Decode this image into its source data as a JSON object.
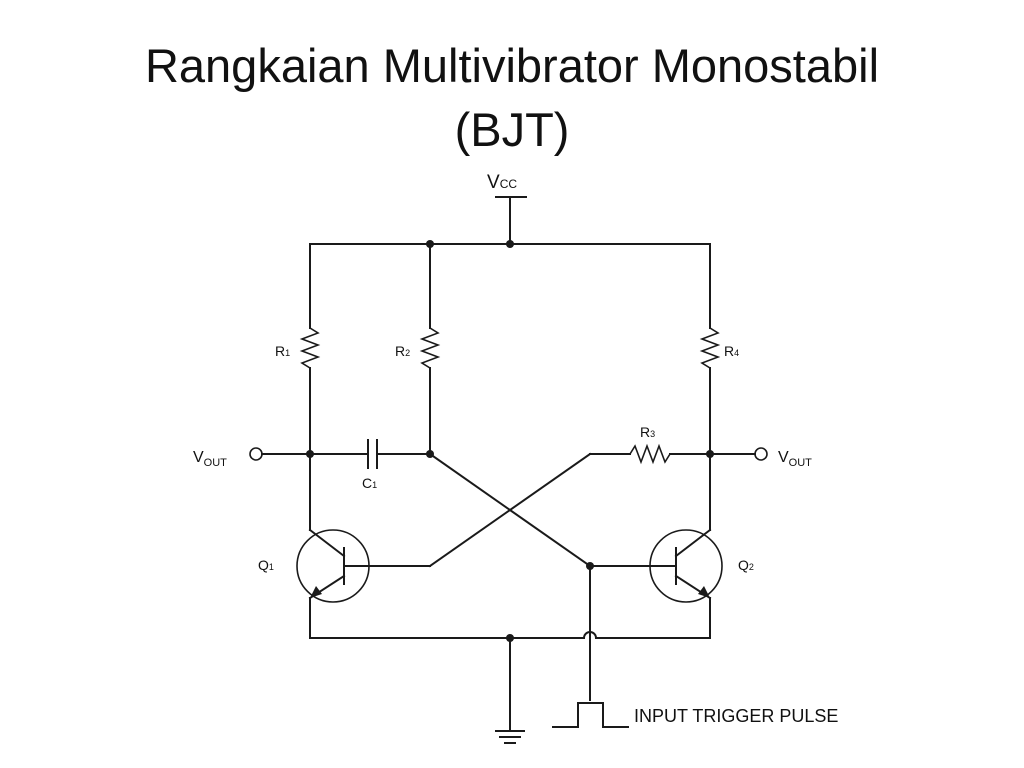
{
  "slide": {
    "title_line1": "Rangkaian Multivibrator Monostabil",
    "title_line2": "(BJT)"
  },
  "circuit": {
    "supply": {
      "main": "V",
      "sub": "CC"
    },
    "resistors": [
      {
        "main": "R",
        "sub": "1"
      },
      {
        "main": "R",
        "sub": "2"
      },
      {
        "main": "R",
        "sub": "3"
      },
      {
        "main": "R",
        "sub": "4"
      }
    ],
    "capacitor": {
      "main": "C",
      "sub": "1"
    },
    "transistors": [
      {
        "main": "Q",
        "sub": "1"
      },
      {
        "main": "Q",
        "sub": "2"
      }
    ],
    "outputs": [
      {
        "main": "V",
        "sub": "OUT"
      },
      {
        "main": "V",
        "sub": "OUT"
      }
    ],
    "trigger_label": "INPUT TRIGGER PULSE"
  }
}
